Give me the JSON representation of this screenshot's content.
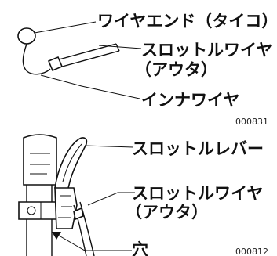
{
  "top_figure": {
    "labels": {
      "wire_end": "ワイヤエンド（タイコ）",
      "outer_line1": "スロットルワイヤ",
      "outer_line2": "（アウタ）",
      "inner_wire": "インナワイヤ"
    },
    "code": "000831"
  },
  "bottom_figure": {
    "labels": {
      "lever": "スロットルレバー",
      "outer_line1": "スロットルワイヤ",
      "outer_line2": "（アウタ）",
      "hole": "穴"
    },
    "code": "000812"
  }
}
